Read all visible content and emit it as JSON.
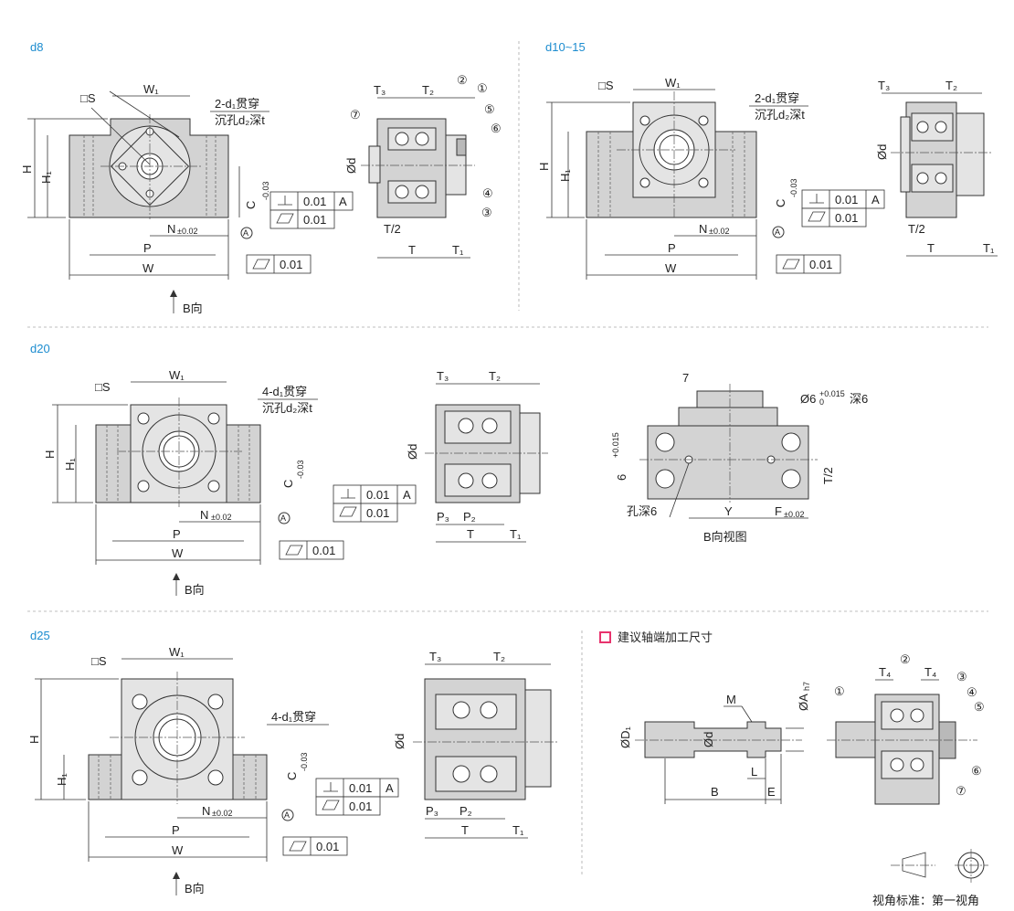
{
  "sections": {
    "d8": "d8",
    "d10_15": "d10~15",
    "d20": "d20",
    "d25": "d25",
    "shaft": "建议轴端加工尺寸",
    "b_view": "B向视图"
  },
  "labels": {
    "S": "□S",
    "W1": "W₁",
    "H": "H",
    "H1": "H₁",
    "C": "C",
    "C_tol_up": "0",
    "C_tol_dn": "-0.03",
    "N": "N",
    "N_tol": "±0.02",
    "P": "P",
    "W": "W",
    "A": "A",
    "B_dir": "B向",
    "d": "Ød",
    "T": "T",
    "T1": "T₁",
    "T2": "T₂",
    "T3": "T₃",
    "T_half": "T/2",
    "P2": "P₂",
    "P3": "P₃",
    "Y": "Y",
    "F": "F",
    "F_tol": "±0.02",
    "seven": "7",
    "six": "6",
    "six_tol_up": "+0.015",
    "six_tol_dn": "0",
    "phi6": "Ø6",
    "phi6_tol_up": "+0.015",
    "phi6_tol_dn": "0",
    "phi6_depth": "深6",
    "hole_depth": "孔深6",
    "M": "M",
    "D1": "ØD₁",
    "Ah7": "ØA",
    "Ah7_sub": "h7",
    "L": "L",
    "B": "B",
    "E": "E",
    "T4": "T₄",
    "view_std": "视角标准：第一视角"
  },
  "notes": {
    "d8_thru": "2-d₁贯穿",
    "d8_cbore": "沉孔d₂深t",
    "d10_thru": "2-d₁贯穿",
    "d10_cbore": "沉孔d₂深t",
    "d20_thru": "4-d₁贯穿",
    "d20_cbore": "沉孔d₂深t",
    "d25_thru": "4-d₁贯穿"
  },
  "tolerances": {
    "perp": "0.01",
    "flat": "0.01",
    "datum": "A"
  },
  "callouts": [
    "①",
    "②",
    "③",
    "④",
    "⑤",
    "⑥",
    "⑦"
  ],
  "colors": {
    "section": "#1c8ccf",
    "marker": "#e8336d"
  }
}
